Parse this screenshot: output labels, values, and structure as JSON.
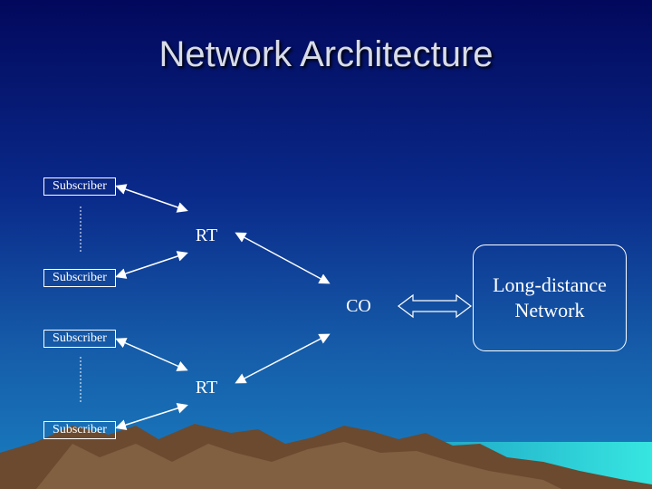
{
  "title": "Network Architecture",
  "nodes": {
    "subscriber_1": "Subscriber",
    "subscriber_2": "Subscriber",
    "subscriber_3": "Subscriber",
    "subscriber_4": "Subscriber",
    "rt_top": "RT",
    "rt_bottom": "RT",
    "co": "CO",
    "long_distance": "Long-distance Network"
  },
  "colors": {
    "background_top": "#02085c",
    "background_bottom": "#1a7fbf",
    "mountains": "#6b4a2f",
    "water": "#26d6d6",
    "lines": "#ffffff"
  }
}
